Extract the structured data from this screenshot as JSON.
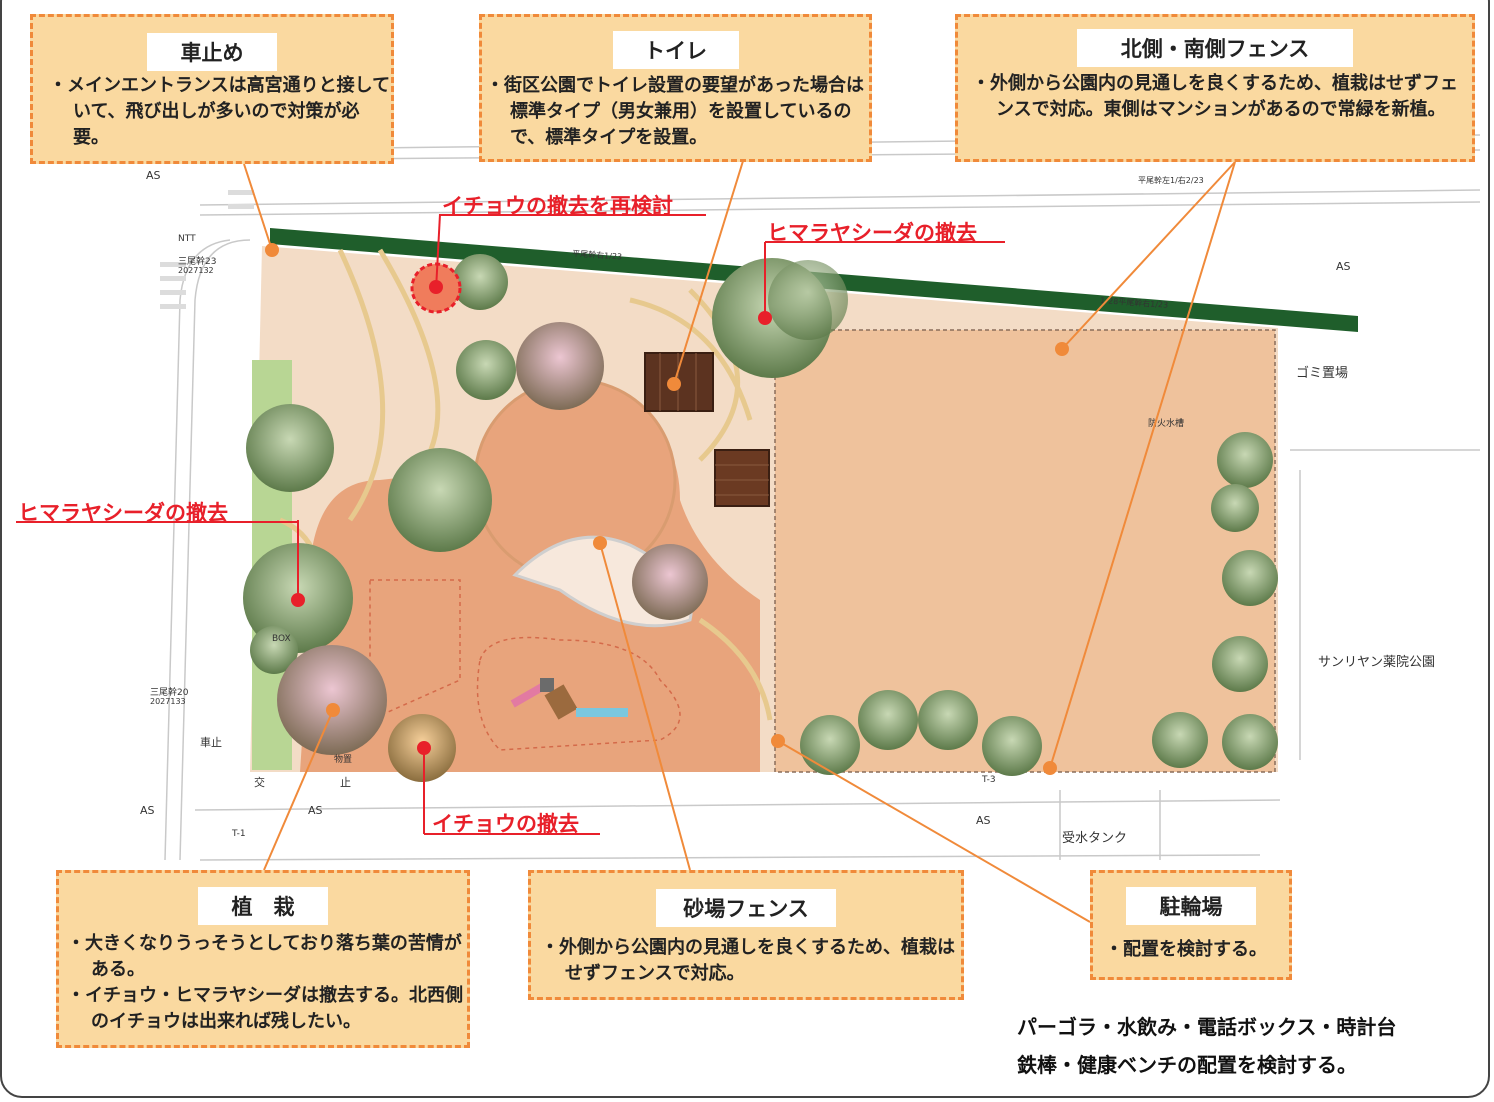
{
  "callouts": {
    "kurumadome": {
      "title": "車止め",
      "lines": [
        "・メインエントランスは高宮通りと接していて、飛び出しが多いので対策が必要。"
      ]
    },
    "toilet": {
      "title": "トイレ",
      "lines": [
        "・街区公園でトイレ設置の要望があった場合は標準タイプ（男女兼用）を設置しているので、標準タイプを設置。"
      ]
    },
    "fence_ns": {
      "title": "北側・南側フェンス",
      "lines": [
        "・外側から公園内の見通しを良くするため、植栽はせずフェンスで対応。東側はマンションがあるので常緑を新植。"
      ]
    },
    "shokusai": {
      "title": "植　栽",
      "lines": [
        "・大きくなりうっそうとしており落ち葉の苦情がある。",
        "・イチョウ・ヒマラヤシーダは撤去する。北西側のイチョウは出来れば残したい。"
      ]
    },
    "sunaba": {
      "title": "砂場フェンス",
      "lines": [
        "・外側から公園内の見通しを良くするため、植栽はせずフェンスで対応。"
      ]
    },
    "churinjo": {
      "title": "駐輪場",
      "lines": [
        "・配置を検討する。"
      ]
    }
  },
  "red_labels": {
    "icho_reconsider": "イチョウの撤去を再検討",
    "himalaya_north": "ヒマラヤシーダの撤去",
    "himalaya_west": "ヒマラヤシーダの撤去",
    "icho_remove": "イチョウの撤去"
  },
  "note_lines": [
    "パーゴラ・水飲み・電話ボックス・時計台",
    "鉄棒・健康ベンチの配置を検討する。"
  ],
  "map_labels": {
    "gomi": "ゴミ置場",
    "sanriyan": "サンリヤン薬院公園",
    "jusui": "受水タンク",
    "bousui": "防火水槽",
    "kurumadome_small": "車止",
    "box": "BOX",
    "monooki": "物置",
    "as1": "AS",
    "as2": "AS",
    "as3": "AS",
    "as4": "AS",
    "as5": "AS",
    "ntt": "NTT",
    "heio23": "平尾幹右1/23",
    "heio28": "1-28平尾幹右1/23",
    "heio_ne": "平尾幹左1/右2/23",
    "sanfuku23": "三尾幹23",
    "sanfuku23b": "2027132",
    "sanfuku20": "三尾幹20",
    "sanfuku20b": "2027133",
    "t1": "T-1",
    "t3": "T-3",
    "kou": "交",
    "shi": "止"
  },
  "colors": {
    "callout_fill": "#fad9a0",
    "callout_border": "#f08a3a",
    "red": "#e8202a",
    "road_green": "#1f5e2b",
    "park_ground": "#f0c9a4",
    "plaza": "#e8a47c",
    "lawn": "#8fbf5a"
  }
}
